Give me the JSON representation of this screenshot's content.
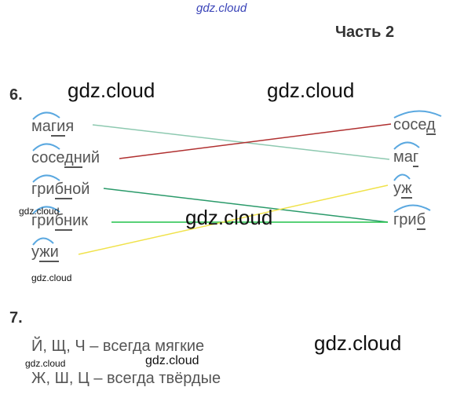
{
  "watermarks": {
    "top": "gdz.cloud",
    "big_left": "gdz.cloud",
    "big_right": "gdz.cloud",
    "center": "gdz.cloud",
    "small_left": "gdz.cloud",
    "small_below": "gdz.cloud",
    "big_bottom_right": "gdz.cloud",
    "small_bottom_left": "gdz.cloud",
    "small_bottom_mid": "gdz.cloud"
  },
  "header": {
    "part": "Часть 2"
  },
  "task6": {
    "number": "6.",
    "left": [
      {
        "pre": "ма",
        "root": "ги",
        "post": "я"
      },
      {
        "pre": "сосе",
        "root": "дн",
        "post": "ий"
      },
      {
        "pre": "гри",
        "root": "бн",
        "post": "ой"
      },
      {
        "pre": "гри",
        "root": "бн",
        "post": "ик"
      },
      {
        "pre": "у",
        "root": "жи",
        "post": ""
      }
    ],
    "right": [
      {
        "pre": "сосе",
        "root": "д",
        "post": ""
      },
      {
        "pre": "ма",
        "root": "г",
        "post": ""
      },
      {
        "pre": "у",
        "root": "ж",
        "post": ""
      },
      {
        "pre": "гри",
        "root": "б",
        "post": ""
      }
    ],
    "connections": [
      {
        "from": 0,
        "to": 1,
        "color": "#8dc9b0"
      },
      {
        "from": 1,
        "to": 0,
        "color": "#b03030"
      },
      {
        "from": 2,
        "to": 3,
        "color": "#2a9a6a"
      },
      {
        "from": 3,
        "to": 3,
        "color": "#22c24a"
      },
      {
        "from": 4,
        "to": 2,
        "color": "#f0e24a"
      }
    ]
  },
  "task7": {
    "number": "7.",
    "line1": "Й, Щ, Ч – всегда мягкие",
    "line2": "Ж, Ш, Ц – всегда твёрдые"
  }
}
